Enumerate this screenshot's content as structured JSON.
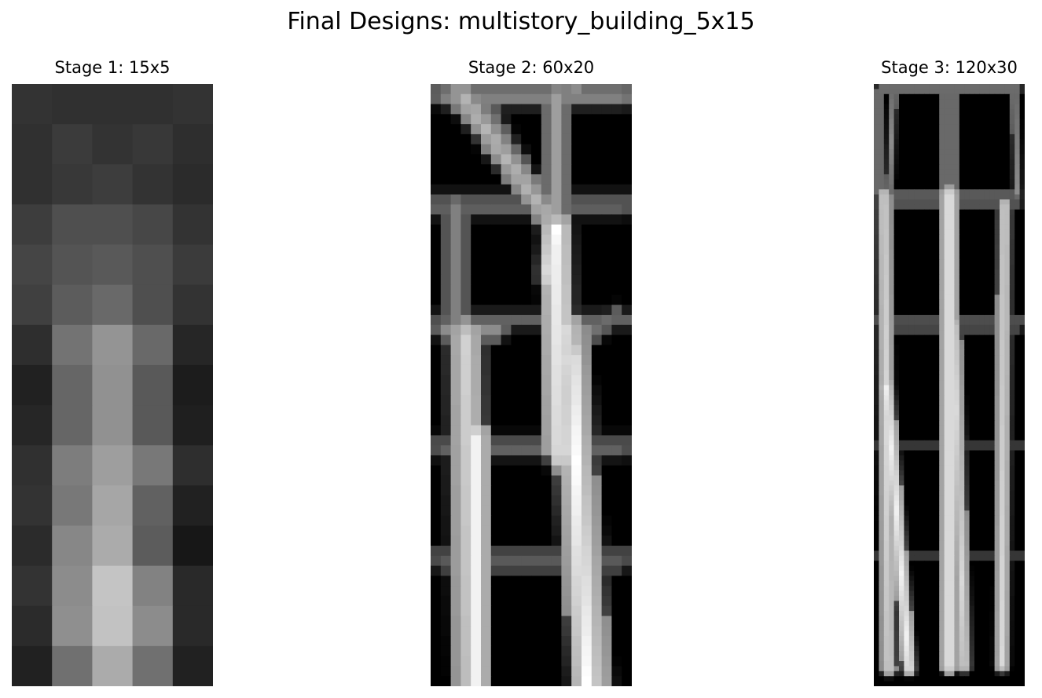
{
  "figure": {
    "title": "Final Designs: multistory_building_5x15"
  },
  "chart_data": [
    {
      "type": "heatmap",
      "title": "Stage 1: 15x5",
      "colormap": "gray",
      "vrange": [
        0,
        1
      ],
      "rows": 15,
      "cols": 5,
      "values": [
        [
          0.2,
          0.19,
          0.19,
          0.19,
          0.2
        ],
        [
          0.19,
          0.23,
          0.2,
          0.22,
          0.18
        ],
        [
          0.19,
          0.22,
          0.24,
          0.2,
          0.17
        ],
        [
          0.24,
          0.31,
          0.31,
          0.28,
          0.2
        ],
        [
          0.27,
          0.33,
          0.35,
          0.31,
          0.23
        ],
        [
          0.25,
          0.36,
          0.41,
          0.31,
          0.2
        ],
        [
          0.18,
          0.45,
          0.58,
          0.41,
          0.15
        ],
        [
          0.13,
          0.4,
          0.57,
          0.35,
          0.11
        ],
        [
          0.15,
          0.4,
          0.57,
          0.35,
          0.12
        ],
        [
          0.19,
          0.49,
          0.62,
          0.47,
          0.18
        ],
        [
          0.2,
          0.47,
          0.65,
          0.38,
          0.13
        ],
        [
          0.17,
          0.53,
          0.67,
          0.36,
          0.09
        ],
        [
          0.2,
          0.55,
          0.77,
          0.51,
          0.16
        ],
        [
          0.17,
          0.56,
          0.76,
          0.55,
          0.16
        ],
        [
          0.13,
          0.44,
          0.67,
          0.44,
          0.13
        ]
      ]
    },
    {
      "type": "heatmap",
      "title": "Stage 2: 60x20",
      "colormap": "gray",
      "vrange": [
        0,
        1
      ],
      "rows": 60,
      "cols": 20,
      "description_of_structure": "binary-like topology: light members on black background",
      "members": [
        {
          "from": [
            0.5,
            0.0
          ],
          "to": [
            19.5,
            0.0
          ],
          "w": 0.9,
          "v": 0.45
        },
        {
          "from": [
            1.5,
            1.2
          ],
          "to": [
            19.0,
            1.2
          ],
          "w": 1.1,
          "v": 0.55
        },
        {
          "from": [
            3.0,
            1.0
          ],
          "to": [
            12.5,
            14.5
          ],
          "w": 1.3,
          "v": 0.72
        },
        {
          "from": [
            5.0,
            1.5
          ],
          "to": [
            12.0,
            13.5
          ],
          "w": 0.9,
          "v": 0.5
        },
        {
          "from": [
            12.5,
            1.0
          ],
          "to": [
            12.5,
            14.0
          ],
          "w": 1.1,
          "v": 0.62
        },
        {
          "from": [
            12.5,
            1.0
          ],
          "to": [
            14.5,
            0.5
          ],
          "w": 0.9,
          "v": 0.55
        },
        {
          "from": [
            0.0,
            11.5
          ],
          "to": [
            20.0,
            11.5
          ],
          "w": 0.8,
          "v": 0.32
        },
        {
          "from": [
            0.0,
            12.3
          ],
          "to": [
            19.0,
            12.3
          ],
          "w": 0.9,
          "v": 0.4
        },
        {
          "from": [
            2.5,
            12.0
          ],
          "to": [
            2.5,
            23.5
          ],
          "w": 1.0,
          "v": 0.5
        },
        {
          "from": [
            12.5,
            14.5
          ],
          "to": [
            13.0,
            37.0
          ],
          "w": 1.5,
          "v": 0.95
        },
        {
          "from": [
            12.5,
            14.5
          ],
          "to": [
            12.0,
            19.0
          ],
          "w": 1.3,
          "v": 1.0
        },
        {
          "from": [
            1.0,
            23.5
          ],
          "to": [
            20.0,
            23.5
          ],
          "w": 0.9,
          "v": 0.38
        },
        {
          "from": [
            1.5,
            24.5
          ],
          "to": [
            6.5,
            24.5
          ],
          "w": 1.0,
          "v": 0.55
        },
        {
          "from": [
            3.5,
            25.0
          ],
          "to": [
            4.0,
            59.5
          ],
          "w": 1.8,
          "v": 0.82
        },
        {
          "from": [
            4.5,
            35.0
          ],
          "to": [
            4.5,
            59.5
          ],
          "w": 1.2,
          "v": 0.95
        },
        {
          "from": [
            13.5,
            24.5
          ],
          "to": [
            16.0,
            60.0
          ],
          "w": 2.0,
          "v": 0.85
        },
        {
          "from": [
            14.0,
            27.0
          ],
          "to": [
            15.5,
            59.5
          ],
          "w": 1.2,
          "v": 1.0
        },
        {
          "from": [
            15.0,
            25.5
          ],
          "to": [
            18.5,
            23.0
          ],
          "w": 0.9,
          "v": 0.45
        },
        {
          "from": [
            0.0,
            35.8
          ],
          "to": [
            20.0,
            35.8
          ],
          "w": 0.8,
          "v": 0.33
        },
        {
          "from": [
            1.0,
            36.5
          ],
          "to": [
            19.0,
            36.5
          ],
          "w": 0.8,
          "v": 0.38
        },
        {
          "from": [
            0.0,
            47.0
          ],
          "to": [
            20.0,
            47.0
          ],
          "w": 0.8,
          "v": 0.33
        },
        {
          "from": [
            1.0,
            47.7
          ],
          "to": [
            19.0,
            47.7
          ],
          "w": 0.8,
          "v": 0.38
        }
      ]
    },
    {
      "type": "heatmap",
      "title": "Stage 3: 120x30",
      "colormap": "gray",
      "vrange": [
        0,
        1
      ],
      "rows": 120,
      "cols": 30,
      "description_of_structure": "binary-like topology: light members on black background",
      "members": [
        {
          "from": [
            1.0,
            1.0
          ],
          "to": [
            29.0,
            1.0
          ],
          "w": 0.6,
          "v": 0.6
        },
        {
          "from": [
            1.0,
            1.0
          ],
          "to": [
            1.0,
            22.0
          ],
          "w": 0.7,
          "v": 0.55
        },
        {
          "from": [
            4.0,
            1.0
          ],
          "to": [
            3.0,
            22.0
          ],
          "w": 0.7,
          "v": 0.55
        },
        {
          "from": [
            14.0,
            2.5
          ],
          "to": [
            14.0,
            21.0
          ],
          "w": 0.7,
          "v": 0.55
        },
        {
          "from": [
            16.0,
            2.5
          ],
          "to": [
            16.0,
            21.0
          ],
          "w": 0.7,
          "v": 0.55
        },
        {
          "from": [
            28.0,
            2.5
          ],
          "to": [
            28.5,
            22.0
          ],
          "w": 0.7,
          "v": 0.55
        },
        {
          "from": [
            1.0,
            22.0
          ],
          "to": [
            29.0,
            22.0
          ],
          "w": 0.6,
          "v": 0.5
        },
        {
          "from": [
            1.0,
            24.0
          ],
          "to": [
            29.0,
            24.0
          ],
          "w": 0.6,
          "v": 0.45
        },
        {
          "from": [
            2.0,
            22.0
          ],
          "to": [
            3.0,
            116.5
          ],
          "w": 1.5,
          "v": 0.85
        },
        {
          "from": [
            2.5,
            60.0
          ],
          "to": [
            7.0,
            116.5
          ],
          "w": 1.4,
          "v": 0.95
        },
        {
          "from": [
            15.0,
            22.0
          ],
          "to": [
            15.0,
            116.0
          ],
          "w": 1.6,
          "v": 0.95
        },
        {
          "from": [
            16.0,
            48.0
          ],
          "to": [
            18.0,
            116.0
          ],
          "w": 1.4,
          "v": 0.85
        },
        {
          "from": [
            26.0,
            24.0
          ],
          "to": [
            25.5,
            116.0
          ],
          "w": 1.4,
          "v": 0.85
        },
        {
          "from": [
            0.0,
            47.0
          ],
          "to": [
            30.0,
            47.0
          ],
          "w": 0.6,
          "v": 0.42
        },
        {
          "from": [
            1.0,
            49.0
          ],
          "to": [
            29.0,
            49.0
          ],
          "w": 0.6,
          "v": 0.38
        },
        {
          "from": [
            0.0,
            72.0
          ],
          "to": [
            30.0,
            72.0
          ],
          "w": 0.5,
          "v": 0.32
        },
        {
          "from": [
            0.0,
            94.0
          ],
          "to": [
            30.0,
            94.0
          ],
          "w": 0.5,
          "v": 0.32
        }
      ]
    }
  ]
}
